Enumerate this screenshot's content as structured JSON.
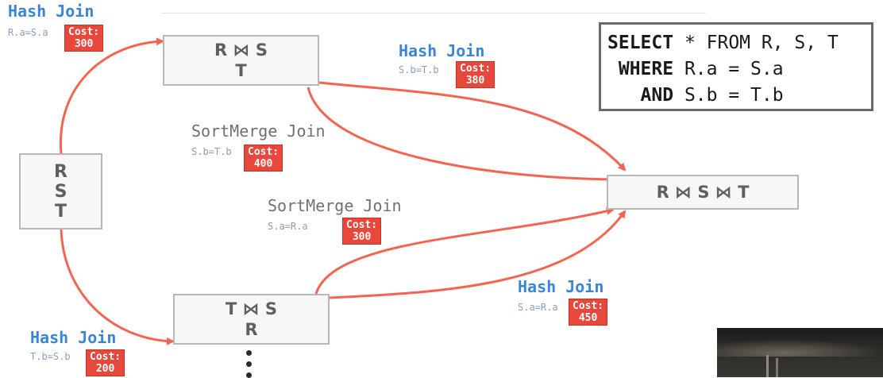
{
  "sql": {
    "lines": [
      {
        "kw": "SELECT",
        "rest": " * FROM R, S, T"
      },
      {
        "kw": " WHERE",
        "rest": " R.a = S.a"
      },
      {
        "kw": "   AND",
        "rest": " S.b = T.b"
      }
    ]
  },
  "nodes": {
    "rst": [
      "R",
      "S",
      "T"
    ],
    "rs_t": [
      "R ⋈ S",
      "T"
    ],
    "ts_r": [
      "T ⋈ S",
      "R"
    ],
    "final": [
      "R ⋈ S ⋈ T"
    ]
  },
  "edges": {
    "hj_rs": {
      "name": "Hash Join",
      "pred": "R.a=S.a",
      "cost_label": "Cost:",
      "cost": "300"
    },
    "hj_rst": {
      "name": "Hash Join",
      "pred": "S.b=T.b",
      "cost_label": "Cost:",
      "cost": "380"
    },
    "smj_rst": {
      "name": "SortMerge Join",
      "pred": "S.b=T.b",
      "cost_label": "Cost:",
      "cost": "400"
    },
    "smj_tsr": {
      "name": "SortMerge Join",
      "pred": "S.a=R.a",
      "cost_label": "Cost:",
      "cost": "300"
    },
    "hj_tsr": {
      "name": "Hash Join",
      "pred": "S.a=R.a",
      "cost_label": "Cost:",
      "cost": "450"
    },
    "hj_ts": {
      "name": "Hash Join",
      "pred": "T.b=S.b",
      "cost_label": "Cost:",
      "cost": "200"
    }
  },
  "colors": {
    "edge": "#f26552",
    "cost_bg": "#e8483b",
    "hash_join_label": "#3a86d4",
    "sortmerge_label": "#707070"
  }
}
